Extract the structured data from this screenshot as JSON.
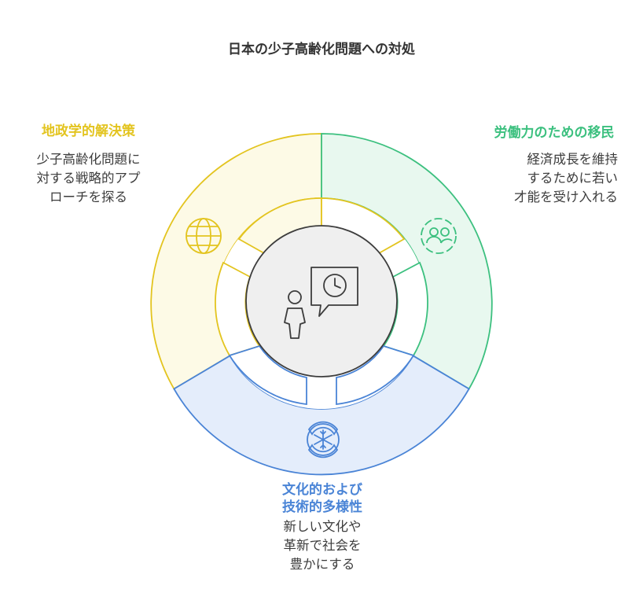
{
  "title": "日本の少子高齢化問題への対処",
  "colors": {
    "geo": "#e3c41f",
    "geo_fill": "#fdfae6",
    "labor": "#3cc07f",
    "labor_fill": "#e8f8ef",
    "culture": "#4a84d6",
    "culture_fill": "#e4edfb",
    "center_fill": "#efefef",
    "center_stroke": "#3d3d3d"
  },
  "sections": {
    "geopolitical": {
      "title": "地政学的解決策",
      "desc": [
        "少子高齢化問題に",
        "対する戦略的アプ",
        "ローチを探る"
      ],
      "icon": "globe-icon"
    },
    "labor": {
      "title": "労働力のための移民",
      "desc": [
        "経済成長を維持",
        "するために若い",
        "才能を受け入れる"
      ],
      "icon": "people-icon"
    },
    "culture": {
      "title": [
        "文化的および",
        "技術的多様性"
      ],
      "desc": [
        "新しい文化や",
        "革新で社会を",
        "豊かにする"
      ],
      "icon": "snowflake-badge-icon"
    }
  },
  "center": {
    "icon": "speaker-clock-icon"
  }
}
